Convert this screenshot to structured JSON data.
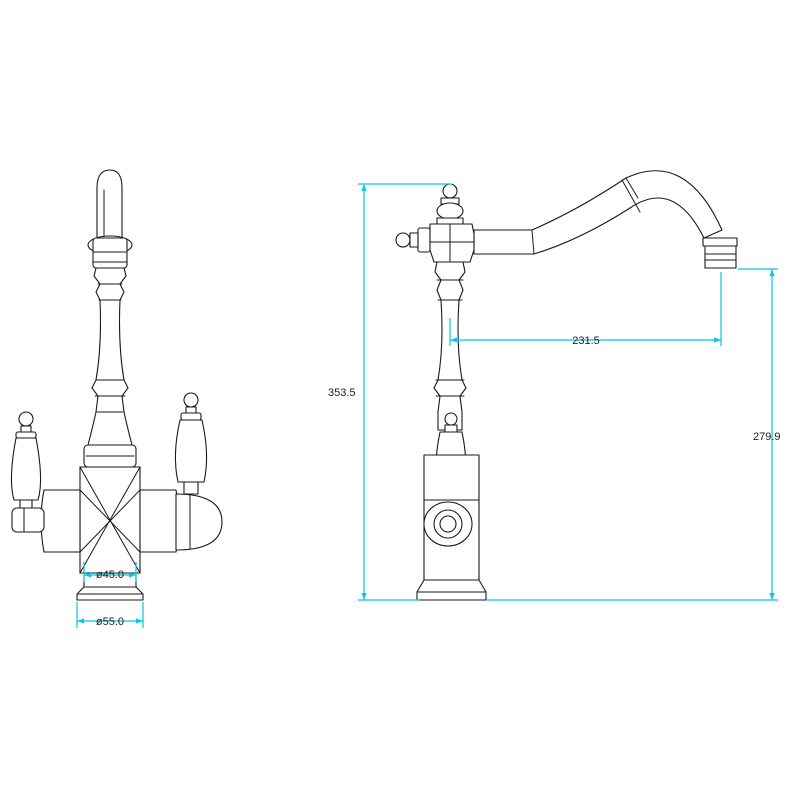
{
  "drawing": {
    "front_view": {
      "dimensions": {
        "inner_base_diameter": "ø45.0",
        "outer_base_diameter": "ø55.0"
      }
    },
    "side_view": {
      "dimensions": {
        "total_height": "353.5",
        "spout_reach": "231.5",
        "spout_outlet_height": "279.9"
      }
    }
  },
  "colors": {
    "outline": "#1a1a1a",
    "dimension": "#00c8e6",
    "background": "#ffffff"
  }
}
